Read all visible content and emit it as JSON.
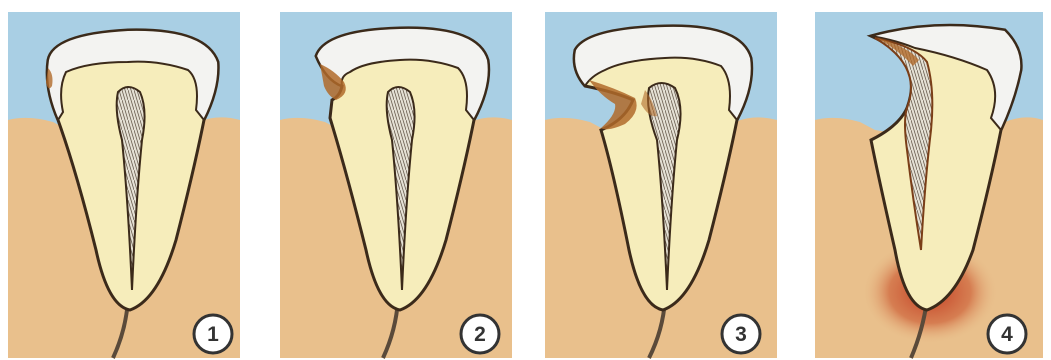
{
  "colors": {
    "background": "#ffffff",
    "sky": "#a9cfe4",
    "gum": "#e9c08c",
    "gum_dark": "#d9a56a",
    "dentin": "#f6edbb",
    "enamel": "#f3f3f1",
    "outline": "#3b2a1a",
    "pulp": "#d8d4c8",
    "decay": "#b06a2a",
    "infection": "#c0361e",
    "badge_fill": "#ffffff",
    "badge_stroke": "#333333"
  },
  "stages": [
    {
      "label": "1",
      "decay": "enamel"
    },
    {
      "label": "2",
      "decay": "dentin"
    },
    {
      "label": "3",
      "decay": "pulp"
    },
    {
      "label": "4",
      "decay": "abscess"
    }
  ]
}
